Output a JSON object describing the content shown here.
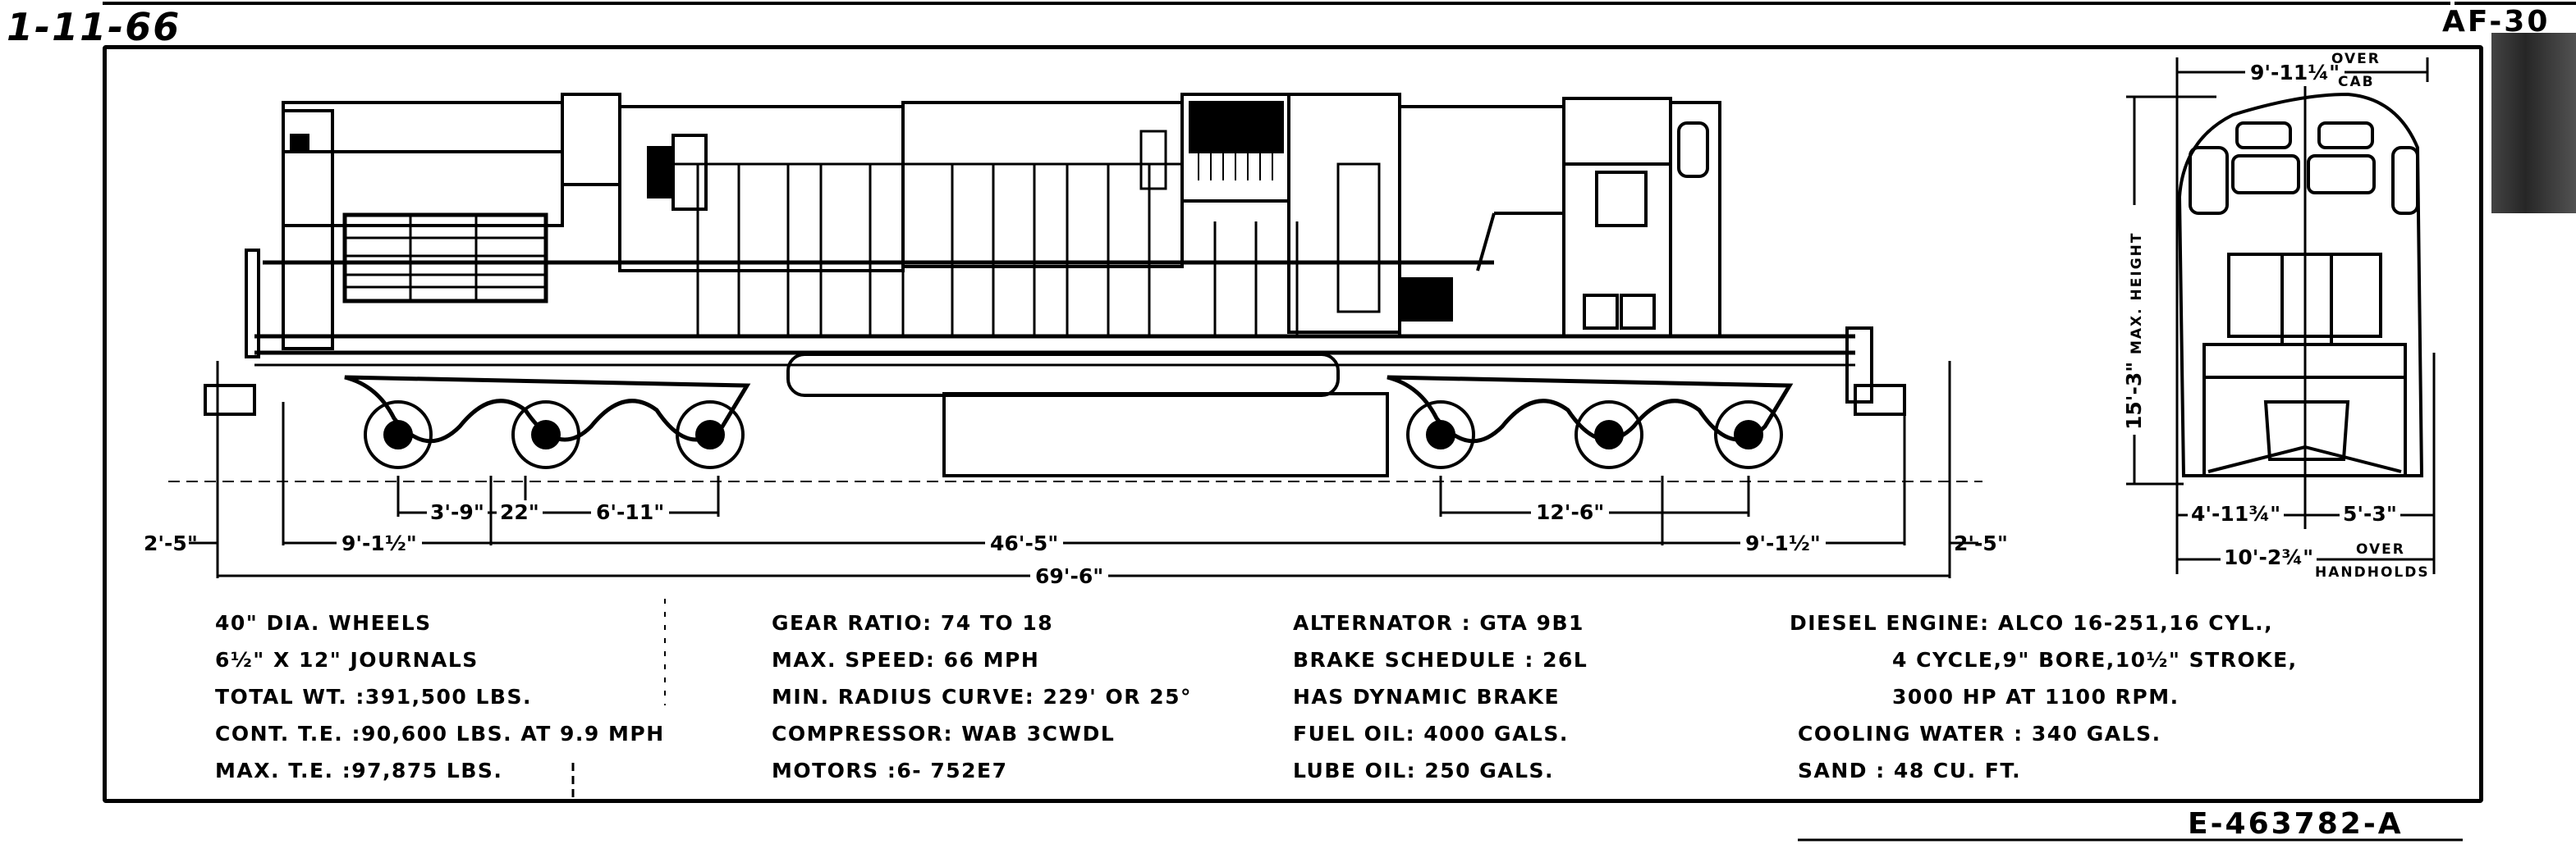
{
  "header": {
    "date_stamp": "1-11-66",
    "sheet_id": "AF-30",
    "drawing_number": "E-463782-A"
  },
  "side_view": {
    "dimensions": {
      "front_overhang": "2'-5\"",
      "rear_overhang": "2'-5\"",
      "front_truck_to_end": "9'-1½\"",
      "rear_truck_to_end": "9'-1½\"",
      "axle_spacing_a": "3'-9\"",
      "axle_spacing_b": "22\"",
      "axle_spacing_c": "6'-11\"",
      "truck_centers": "46'-5\"",
      "rear_truck_wheelbase": "12'-6\"",
      "overall_length": "69'-6\""
    }
  },
  "end_view": {
    "width_over_cab": "9'-11¼\"",
    "over_cab_label_top": "OVER",
    "over_cab_label_bottom": "CAB",
    "max_height": "15'-3\"",
    "max_height_label": "MAX. HEIGHT",
    "half_width_left": "4'-11¾\"",
    "half_width_right": "5'-3\"",
    "width_over_handholds": "10'-2¾\"",
    "over_handholds_top": "OVER",
    "over_handholds_bottom": "HANDHOLDS"
  },
  "specs": {
    "col1": [
      "40\" DIA. WHEELS",
      "6½\" X 12\" JOURNALS",
      "TOTAL WT. :391,500 LBS.",
      "CONT. T.E. :90,600 LBS. AT 9.9 MPH",
      "MAX.  T.E. :97,875 LBS."
    ],
    "col2": [
      "GEAR RATIO: 74 TO 18",
      "MAX. SPEED: 66 MPH",
      "MIN. RADIUS CURVE: 229' OR 25°",
      "COMPRESSOR: WAB  3CWDL",
      "MOTORS :6- 752E7"
    ],
    "col3": [
      "ALTERNATOR : GTA 9B1",
      "BRAKE SCHEDULE : 26L",
      "HAS DYNAMIC BRAKE",
      "FUEL OIL: 4000 GALS.",
      "LUBE OIL:  250 GALS."
    ],
    "col4": [
      "DIESEL ENGINE: ALCO 16-251,16 CYL.,",
      "4 CYCLE,9\" BORE,10½\" STROKE,",
      "3000 HP AT 1100 RPM.",
      "COOLING WATER : 340 GALS.",
      "SAND : 48 CU. FT."
    ]
  },
  "colors": {
    "ink": "#000000",
    "paper": "#ffffff"
  }
}
